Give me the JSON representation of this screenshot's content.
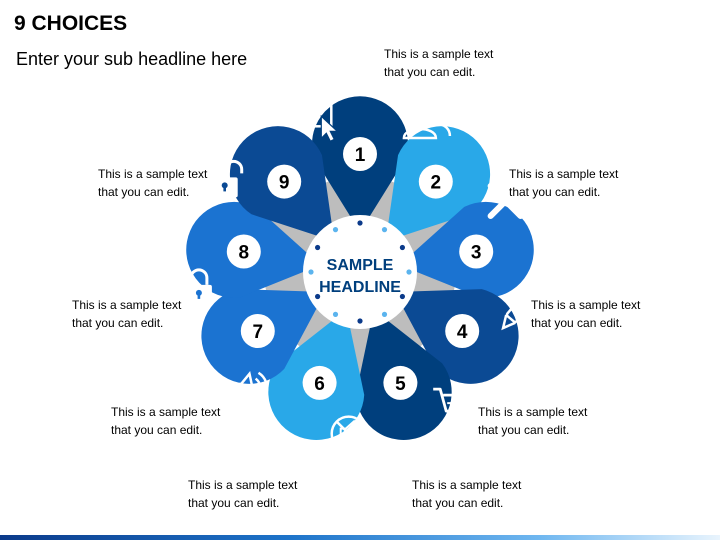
{
  "header": {
    "title": "9 CHOICES",
    "subtitle": "Enter your sub headline here"
  },
  "center": {
    "line1": "SAMPLE",
    "line2": "HEADLINE"
  },
  "choices": [
    {
      "number": "1",
      "icon": "envelope-cursor-icon",
      "color": "#003f7d",
      "caption_line1": "This is a sample text",
      "caption_line2": "that you can edit."
    },
    {
      "number": "2",
      "icon": "users-icon",
      "color": "#29a8e8",
      "caption_line1": "This is a sample text",
      "caption_line2": "that you can edit."
    },
    {
      "number": "3",
      "icon": "close-icon",
      "color": "#1b73d1",
      "caption_line1": "This is a sample text",
      "caption_line2": "that you can edit."
    },
    {
      "number": "4",
      "icon": "pencil-icon",
      "color": "#0b4a94",
      "caption_line1": "This is a sample text",
      "caption_line2": "that you can edit."
    },
    {
      "number": "5",
      "icon": "shopping-cart-icon",
      "color": "#003f7d",
      "caption_line1": "This is a sample text",
      "caption_line2": "that you can edit."
    },
    {
      "number": "6",
      "icon": "no-sound-icon",
      "color": "#29a8e8",
      "caption_line1": "This is a sample text",
      "caption_line2": "that you can edit."
    },
    {
      "number": "7",
      "icon": "speaker-icon",
      "color": "#1b73d1",
      "caption_line1": "This is a sample text",
      "caption_line2": "that you can edit."
    },
    {
      "number": "8",
      "icon": "lock-icon",
      "color": "#1b73d1",
      "caption_line1": "This is a sample text",
      "caption_line2": "that you can edit."
    },
    {
      "number": "9",
      "icon": "unlock-icon",
      "color": "#0b4a94",
      "caption_line1": "This is a sample text",
      "caption_line2": "that you can edit."
    }
  ],
  "colors": {
    "gear": "#bdbdbd",
    "dark_navy": "#003f7d",
    "sky_blue": "#29a8e8",
    "mid_blue": "#1b73d1",
    "dot_dark": "#0b3a8a",
    "dot_light": "#5bb4ee"
  }
}
